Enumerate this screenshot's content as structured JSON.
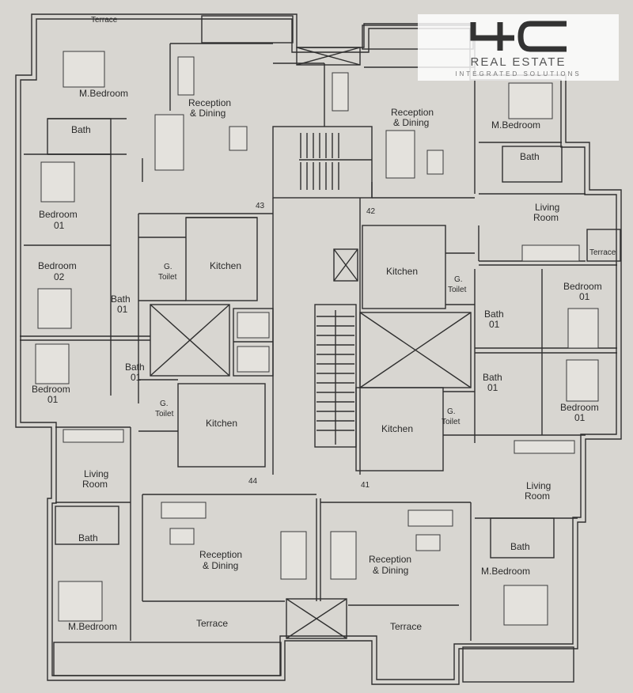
{
  "logo": {
    "mark_text": "4C",
    "title": "REAL ESTATE",
    "subtitle": "INTEGRATED SOLUTIONS"
  },
  "units": {
    "u43": {
      "number": "43",
      "terrace": "Terrace",
      "m_bedroom": "M.Bedroom",
      "bath": "Bath",
      "reception": "Reception",
      "dining": "& Dining",
      "bedroom01_a": "Bedroom",
      "bedroom01_b": "01",
      "bedroom02_a": "Bedroom",
      "bedroom02_b": "02",
      "bath01_a": "Bath",
      "bath01_b": "01",
      "g_toilet_a": "G.",
      "g_toilet_b": "Toilet",
      "kitchen": "Kitchen"
    },
    "u42": {
      "number": "42",
      "reception": "Reception",
      "dining": "& Dining",
      "m_bedroom": "M.Bedroom",
      "bath": "Bath",
      "living_a": "Living",
      "living_b": "Room",
      "terrace": "Terrace",
      "kitchen": "Kitchen",
      "g_toilet_a": "G.",
      "g_toilet_b": "Toilet",
      "bedroom01_a": "Bedroom",
      "bedroom01_b": "01",
      "bath01_a": "Bath",
      "bath01_b": "01"
    },
    "u44": {
      "number": "44",
      "bath01_a": "Bath",
      "bath01_b": "01",
      "bedroom01_a": "Bedroom",
      "bedroom01_b": "01",
      "g_toilet_a": "G.",
      "g_toilet_b": "Toilet",
      "kitchen": "Kitchen",
      "living_a": "Living",
      "living_b": "Room",
      "bath": "Bath",
      "reception": "Reception",
      "dining": "& Dining",
      "m_bedroom": "M.Bedroom",
      "terrace": "Terrace"
    },
    "u41": {
      "number": "41",
      "kitchen": "Kitchen",
      "g_toilet_a": "G.",
      "g_toilet_b": "Toilet",
      "bath01_a": "Bath",
      "bath01_b": "01",
      "bedroom01_a": "Bedroom",
      "bedroom01_b": "01",
      "living_a": "Living",
      "living_b": "Room",
      "bath": "Bath",
      "reception": "Reception",
      "dining": "& Dining",
      "m_bedroom": "M.Bedroom",
      "terrace": "Terrace"
    }
  },
  "colors": {
    "paper": "#d8d6d1",
    "line": "#2f2f2f",
    "fill": "#e4e2dd"
  }
}
